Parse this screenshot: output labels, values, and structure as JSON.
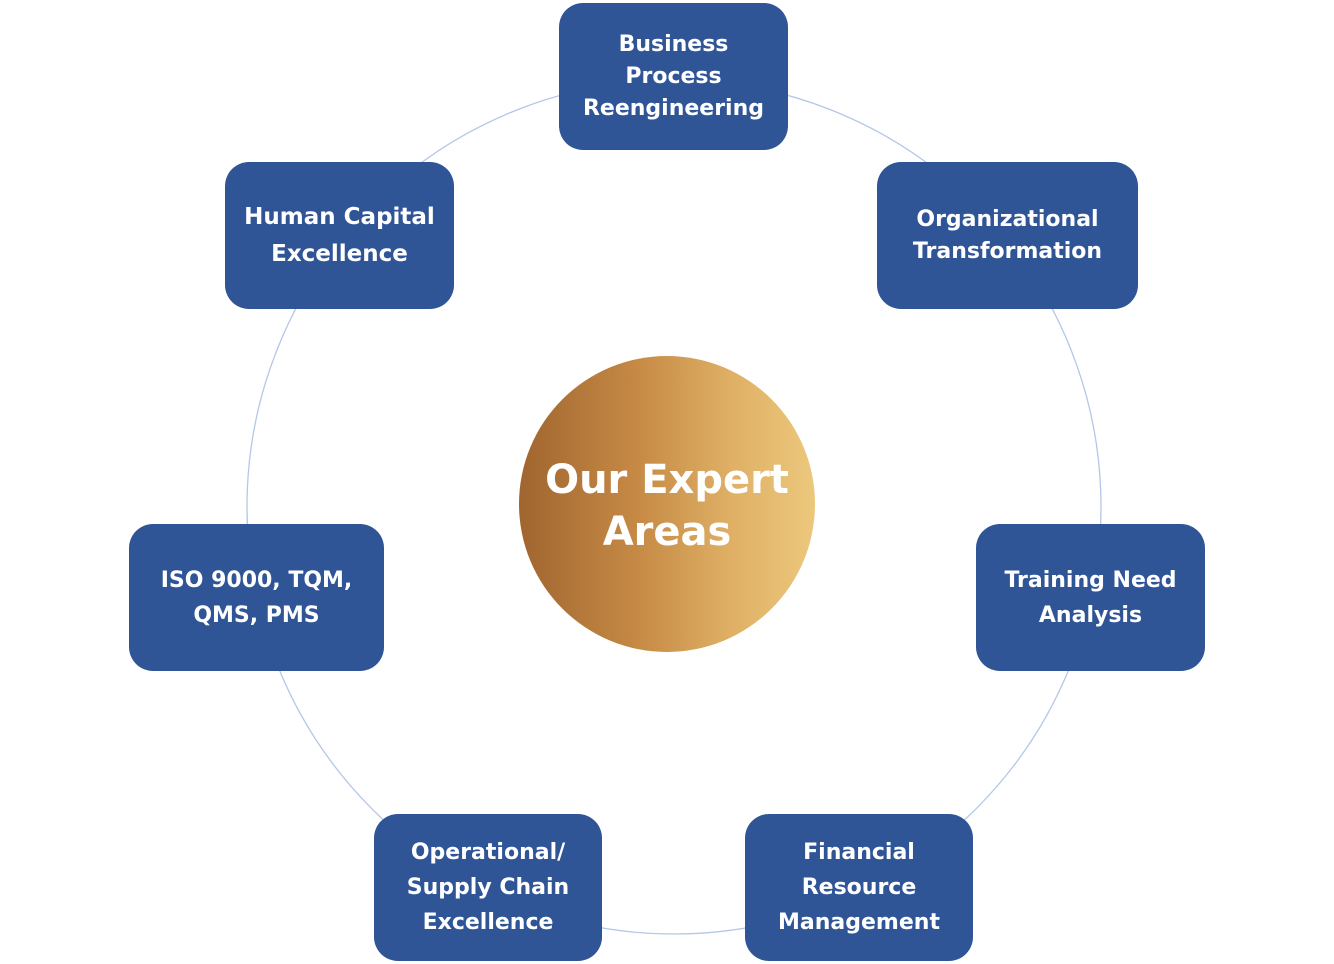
{
  "diagram": {
    "center": {
      "label": "Our Expert\nAreas",
      "gradient_colors": [
        "#a0652f",
        "#ecc87c"
      ]
    },
    "node_color": "#2f5597",
    "ring_color": "#b4c7e7",
    "nodes": [
      {
        "id": "business",
        "label": "Business\nProcess\nReengineering"
      },
      {
        "id": "org",
        "label": "Organizational\nTransformation"
      },
      {
        "id": "training",
        "label": "Training Need\nAnalysis"
      },
      {
        "id": "financial",
        "label": "Financial\nResource\nManagement"
      },
      {
        "id": "ops",
        "label": "Operational/\nSupply Chain\nExcellence"
      },
      {
        "id": "iso",
        "label": "ISO 9000, TQM,\nQMS, PMS"
      },
      {
        "id": "human",
        "label": "Human Capital\nExcellence"
      }
    ]
  }
}
